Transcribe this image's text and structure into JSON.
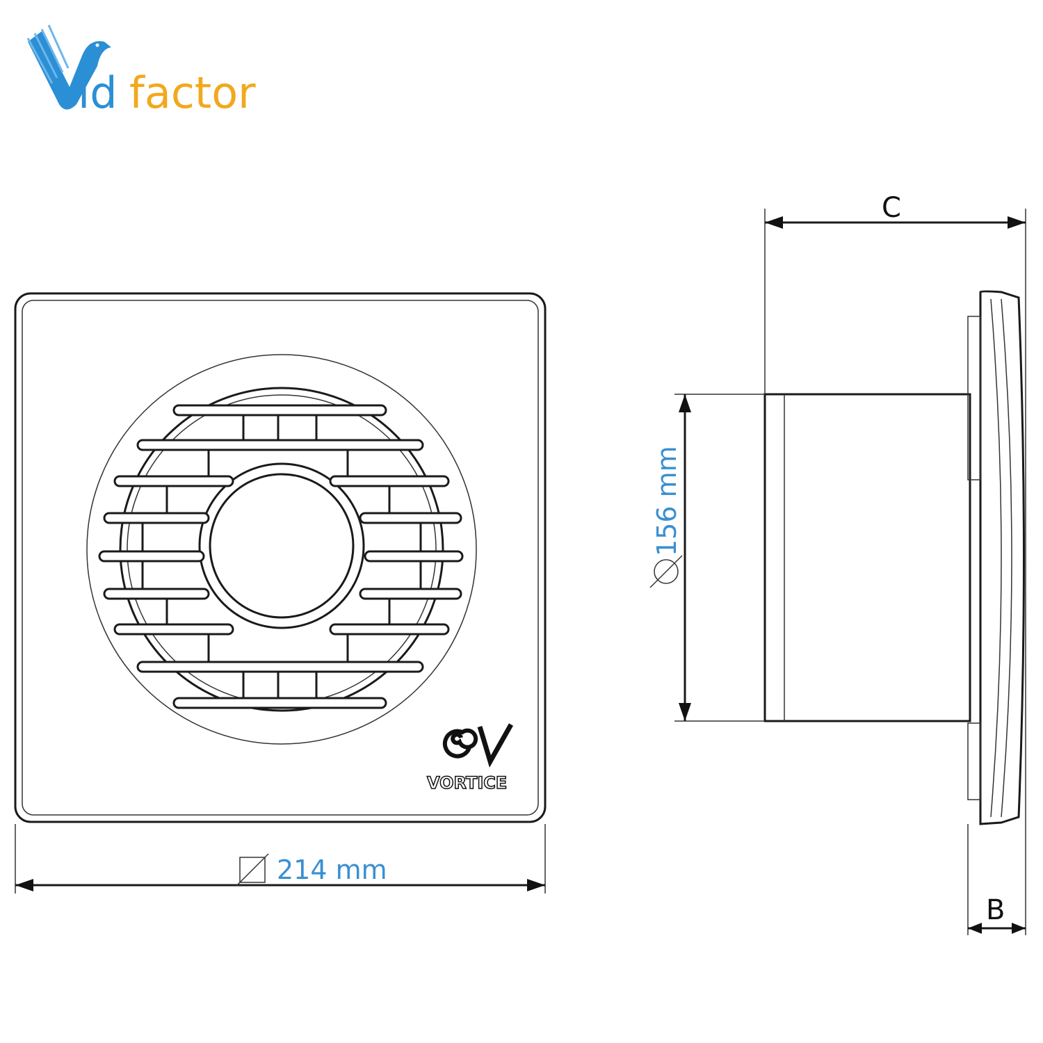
{
  "logo": {
    "brand_v": "V",
    "brand_id": "id",
    "brand_factor": "factor",
    "colors": {
      "blue": "#2b8fd6",
      "orange": "#f2a81d"
    }
  },
  "product_logo": {
    "text": "VORTICE"
  },
  "dimensions": {
    "width": "214 mm",
    "diameter": "156 mm",
    "depth_label": "C",
    "flange_label": "B",
    "label_color": "#3a8fd0"
  }
}
